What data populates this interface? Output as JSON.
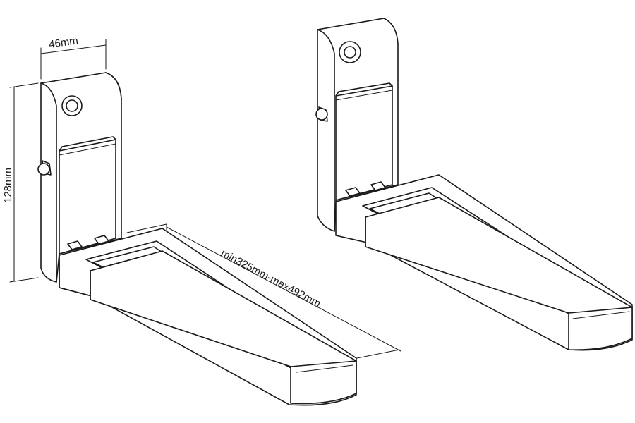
{
  "dimensions": {
    "width_label": "46mm",
    "height_label": "128mm",
    "length_label": "min325mm-max492mm"
  }
}
